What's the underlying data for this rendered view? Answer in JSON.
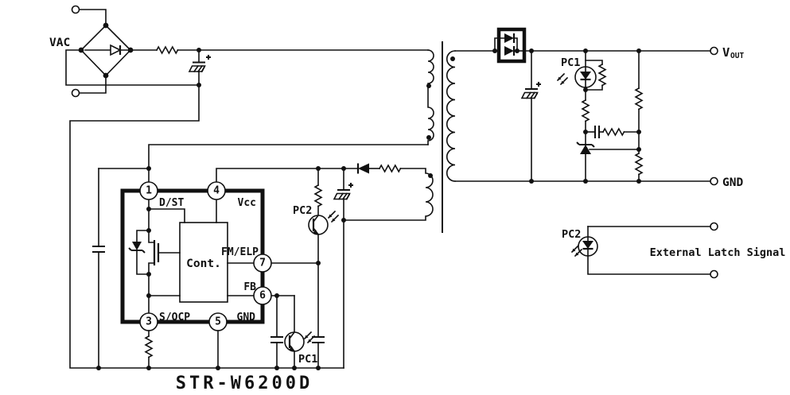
{
  "schematic": {
    "part_number": "STR-W6200D",
    "input_label": "VAC",
    "output": {
      "vout": "V",
      "vout_sub": "OUT",
      "gnd": "GND"
    },
    "latch_label": "External Latch Signal",
    "controller": {
      "block_label": "Cont.",
      "pins": [
        {
          "num": "1",
          "name": "D/ST"
        },
        {
          "num": "4",
          "name": "Vcc"
        },
        {
          "num": "7",
          "name": "FM/ELP"
        },
        {
          "num": "6",
          "name": "FB"
        },
        {
          "num": "3",
          "name": "S/OCP"
        },
        {
          "num": "5",
          "name": "GND"
        }
      ]
    },
    "optocouplers": {
      "pc1": "PC1",
      "pc2": "PC2"
    }
  }
}
